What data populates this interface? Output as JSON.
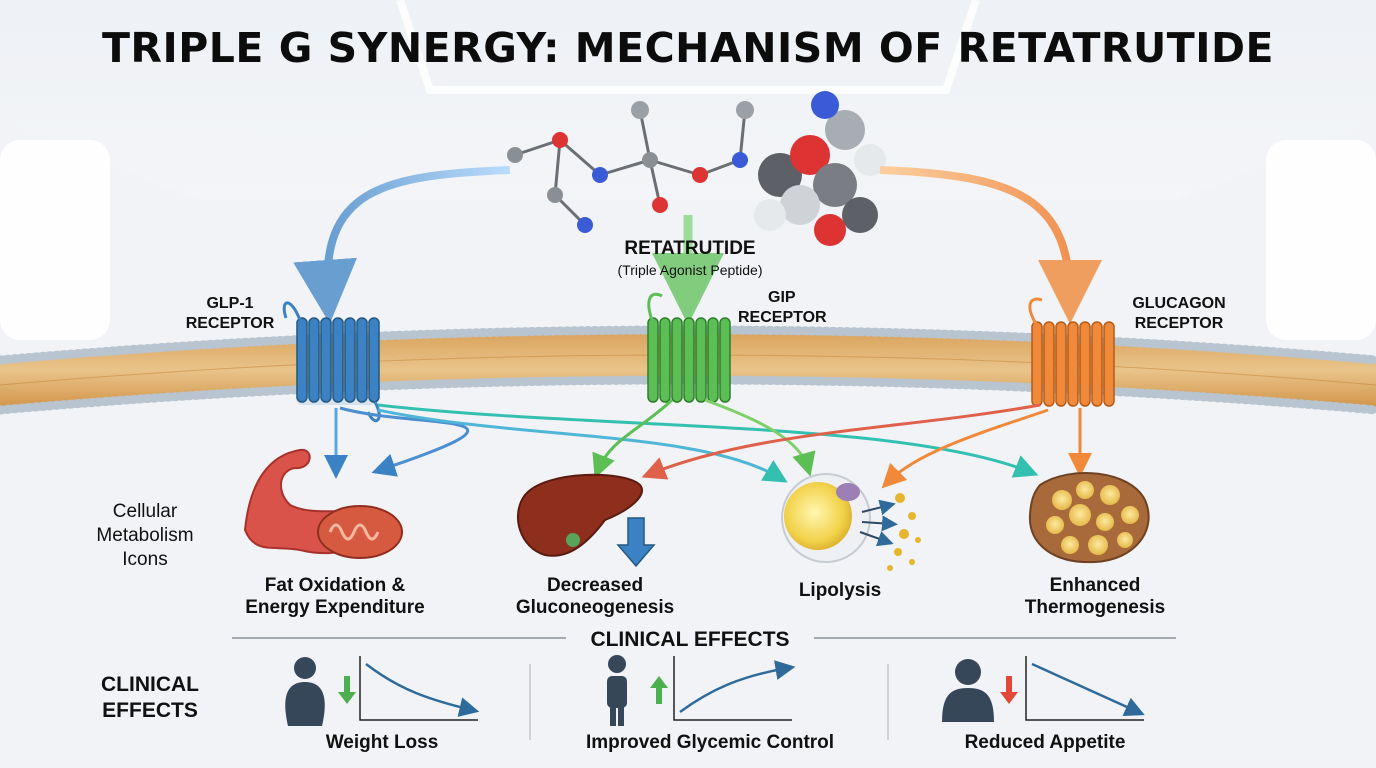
{
  "title": "TRIPLE G SYNERGY: MECHANISM OF RETATRUTIDE",
  "molecule": {
    "name": "RETATRUTIDE",
    "subtitle": "(Triple Agonist Peptide)"
  },
  "receptors": [
    {
      "line1": "GLP-1",
      "line2": "RECEPTOR",
      "color": "#3b82c4"
    },
    {
      "line1": "GIP",
      "line2": "RECEPTOR",
      "color": "#4caf50"
    },
    {
      "line1": "GLUCAGON",
      "line2": "RECEPTOR",
      "color": "#f08a3a"
    }
  ],
  "side_label": {
    "line1": "Cellular",
    "line2": "Metabolism",
    "line3": "Icons"
  },
  "effects": [
    {
      "line1": "Fat Oxidation &",
      "line2": "Energy Expenditure"
    },
    {
      "line1": "Decreased",
      "line2": "Gluconeogenesis"
    },
    {
      "line1": "Lipolysis",
      "line2": ""
    },
    {
      "line1": "Enhanced",
      "line2": "Thermogenesis"
    }
  ],
  "clinical": {
    "header": "CLINICAL EFFECTS",
    "side_line1": "CLINICAL",
    "side_line2": "EFFECTS",
    "items": [
      {
        "label": "Weight Loss",
        "direction": "down",
        "trend": "decreasing"
      },
      {
        "label": "Improved Glycemic Control",
        "direction": "up",
        "trend": "increasing"
      },
      {
        "label": "Reduced Appetite",
        "direction": "down",
        "trend": "decreasing"
      }
    ]
  },
  "colors": {
    "glp1": "#3b82c4",
    "gip": "#4caf50",
    "glucagon": "#f08a3a",
    "down_arrow_green": "#4caf50",
    "up_arrow_green": "#4caf50",
    "down_arrow_red": "#e0483a",
    "trend_line": "#2f6b9a"
  }
}
